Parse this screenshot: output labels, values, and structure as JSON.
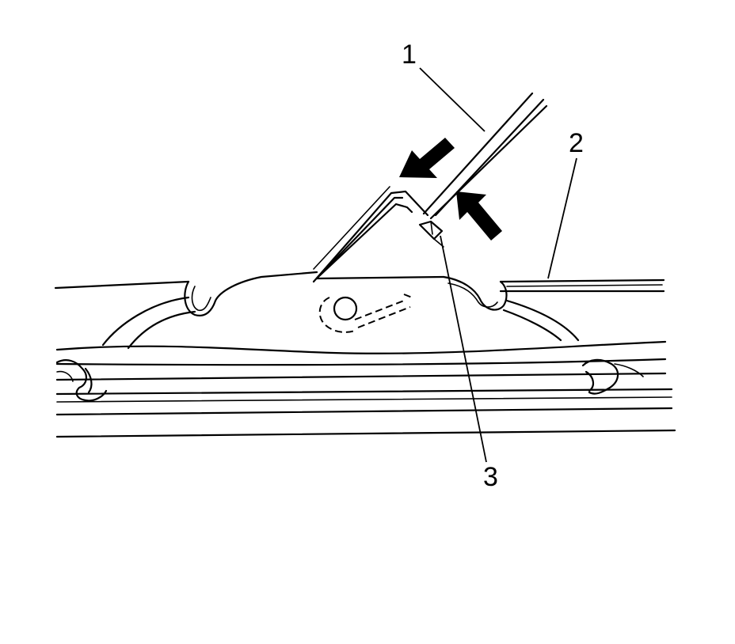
{
  "callouts": {
    "c1": "1",
    "c2": "2",
    "c3": "3"
  },
  "icons": [
    "arrow-push-icon",
    "arrow-lift-icon"
  ],
  "colors": {
    "line": "#000000",
    "background": "#ffffff"
  }
}
